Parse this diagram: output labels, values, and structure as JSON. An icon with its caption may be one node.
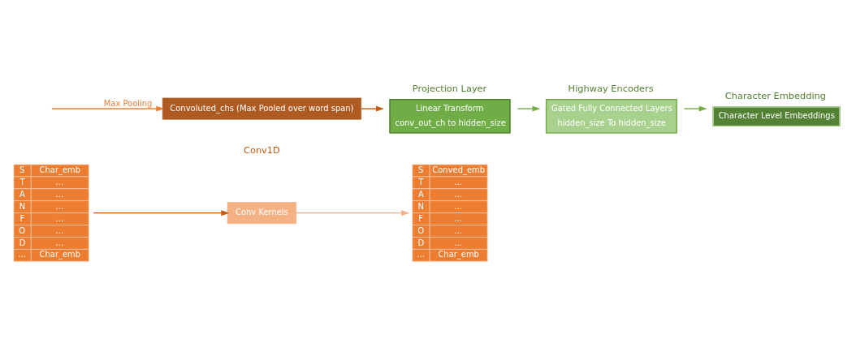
{
  "diagram": {
    "nodes": [
      {
        "text": [
          "S",
          "Char_emb",
          "T",
          "…",
          "A",
          "…",
          "N",
          "…",
          "F",
          "…",
          "O",
          "…",
          "D",
          "…",
          "…",
          "Char_emb"
        ]
      },
      {
        "text": [
          "Conv Kernels"
        ]
      },
      {
        "text": [
          "S",
          "Conved_emb",
          "T",
          "…",
          "A",
          "…",
          "N",
          "…",
          "F",
          "…",
          "O",
          "…",
          "D",
          "…",
          "…",
          "Char_emb"
        ]
      },
      {
        "text": [
          "Projection Layer",
          "Linear Transform",
          "conv_out_ch to hidden_size"
        ]
      },
      {
        "text": [
          "Highway Encoders",
          "Gated Fully Connected Layers",
          "hidden_size To hidden_size"
        ]
      },
      {
        "text": [
          "Character Embedding",
          "Character Level Embeddings"
        ]
      },
      {
        "text": [
          "Convoluted_chs (Max Pooled over word span)"
        ]
      }
    ],
    "edges": [
      {
        "from": 0,
        "to": 1,
        "arrow": "to",
        "color": "#c55a11"
      },
      {
        "from": 1,
        "to": 2,
        "arrow": "to",
        "color": "#f4b183"
      },
      {
        "from": null,
        "to": 6,
        "arrow": "to",
        "label": "Max Pooling",
        "color": "#ed7d31"
      },
      {
        "from": 6,
        "to": 3,
        "arrow": "to",
        "color": "#c55a11"
      },
      {
        "from": 3,
        "to": 4,
        "arrow": "to",
        "color": "#70ad47"
      },
      {
        "from": 4,
        "to": 5,
        "arrow": "to",
        "color": "#70ad47"
      }
    ],
    "labels": [
      "Conv1D"
    ]
  }
}
